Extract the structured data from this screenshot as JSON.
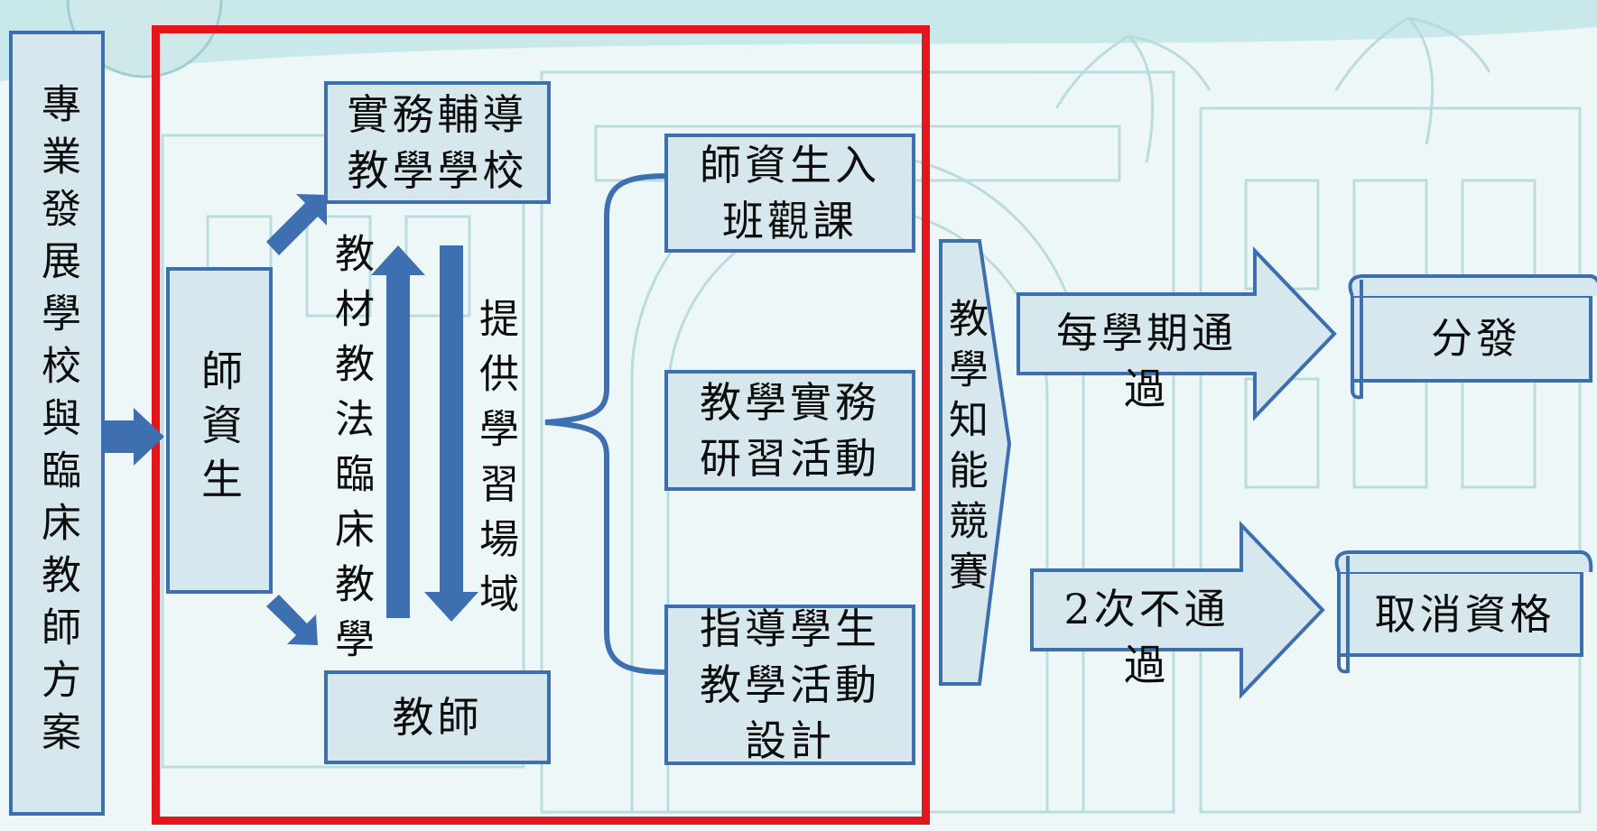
{
  "colors": {
    "box_fill": "#d6e7ee",
    "box_border": "#3d6fae",
    "arrow_blue": "#3e6fb0",
    "frame_red": "#e4161d",
    "background": "#eef7f8"
  },
  "left_box": {
    "text": "專業發展學校與臨床教師方案"
  },
  "student_teacher": {
    "text": "師資生"
  },
  "practice_school": {
    "line1": "實務輔導",
    "line2": "教學學校"
  },
  "teacher": {
    "text": "教師"
  },
  "left_vertical_label": {
    "text": "教材教法臨床教學"
  },
  "right_vertical_label": {
    "text": "提供學習場域"
  },
  "activities": [
    {
      "line1": "師資生入",
      "line2": "班觀課"
    },
    {
      "line1": "教學實務",
      "line2": "研習活動"
    },
    {
      "line1": "指導學生",
      "line2": "教學活動",
      "line3": "設計"
    }
  ],
  "competition": {
    "text": "教學知能競賽"
  },
  "outcomes": [
    {
      "condition": "每學期通過",
      "result": "分發"
    },
    {
      "condition": "2次不通過",
      "result": "取消資格"
    }
  ],
  "icons": [
    "arrow-right-icon",
    "arrow-up-icon",
    "arrow-down-icon",
    "curly-brace-icon",
    "scroll-banner-icon"
  ]
}
